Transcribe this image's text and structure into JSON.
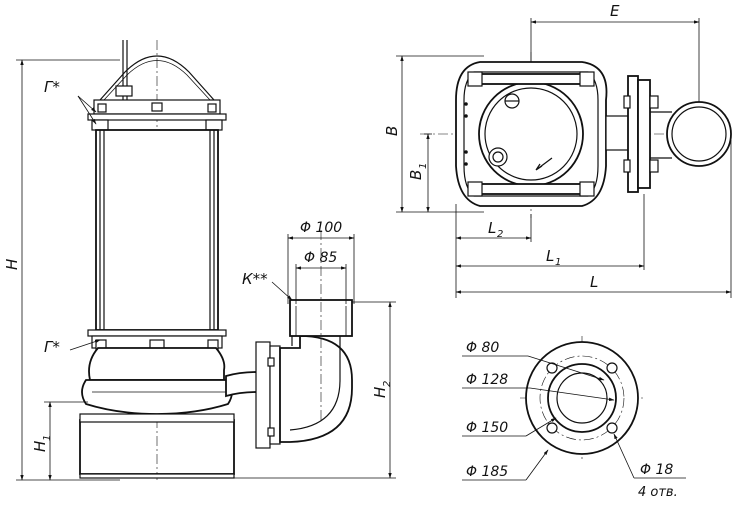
{
  "labels": {
    "gamma_top": "Г*",
    "gamma_bottom": "Г*",
    "k": "К**",
    "H": "H",
    "H1": "H",
    "H1_sub": "1",
    "H2": "H",
    "H2_sub": "2",
    "E": "E",
    "B": "B",
    "B1": "B",
    "B1_sub": "1",
    "L2": "L",
    "L2_sub": "2",
    "L1": "L",
    "L1_sub": "1",
    "L": "L",
    "d100": "Φ 100",
    "d85": "Φ 85",
    "d80": "Φ 80",
    "d128": "Φ 128",
    "d150": "Φ 150",
    "d185": "Φ 185",
    "d18": "Φ 18",
    "holes": "4 отв."
  }
}
